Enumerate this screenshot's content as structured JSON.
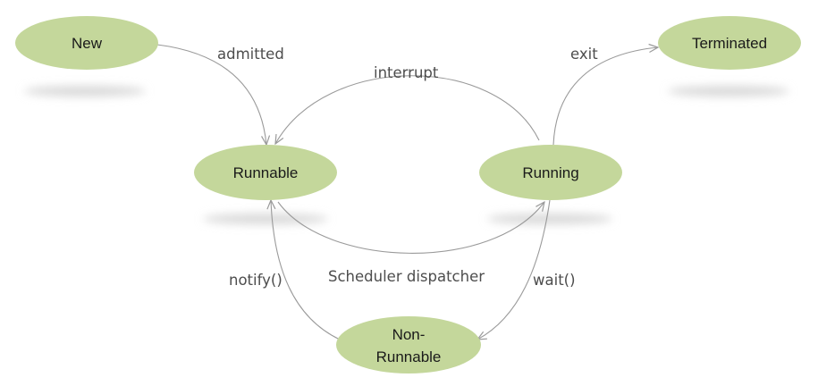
{
  "colors": {
    "state_fill": "#c4d79b",
    "edge": "#9a9a9a",
    "shadow": "#d9d9d9",
    "state_text": "#1a1a1a",
    "edge_text": "#4d4d4d"
  },
  "states": {
    "new": "New",
    "terminated": "Terminated",
    "runnable": "Runnable",
    "running": "Running",
    "non_runnable_line1": "Non-",
    "non_runnable_line2": "Runnable"
  },
  "transitions": {
    "admitted": "admitted",
    "interrupt": "interrupt",
    "exit": "exit",
    "scheduler_dispatcher": "Scheduler dispatcher",
    "notify": "notify()",
    "wait": "wait()"
  }
}
